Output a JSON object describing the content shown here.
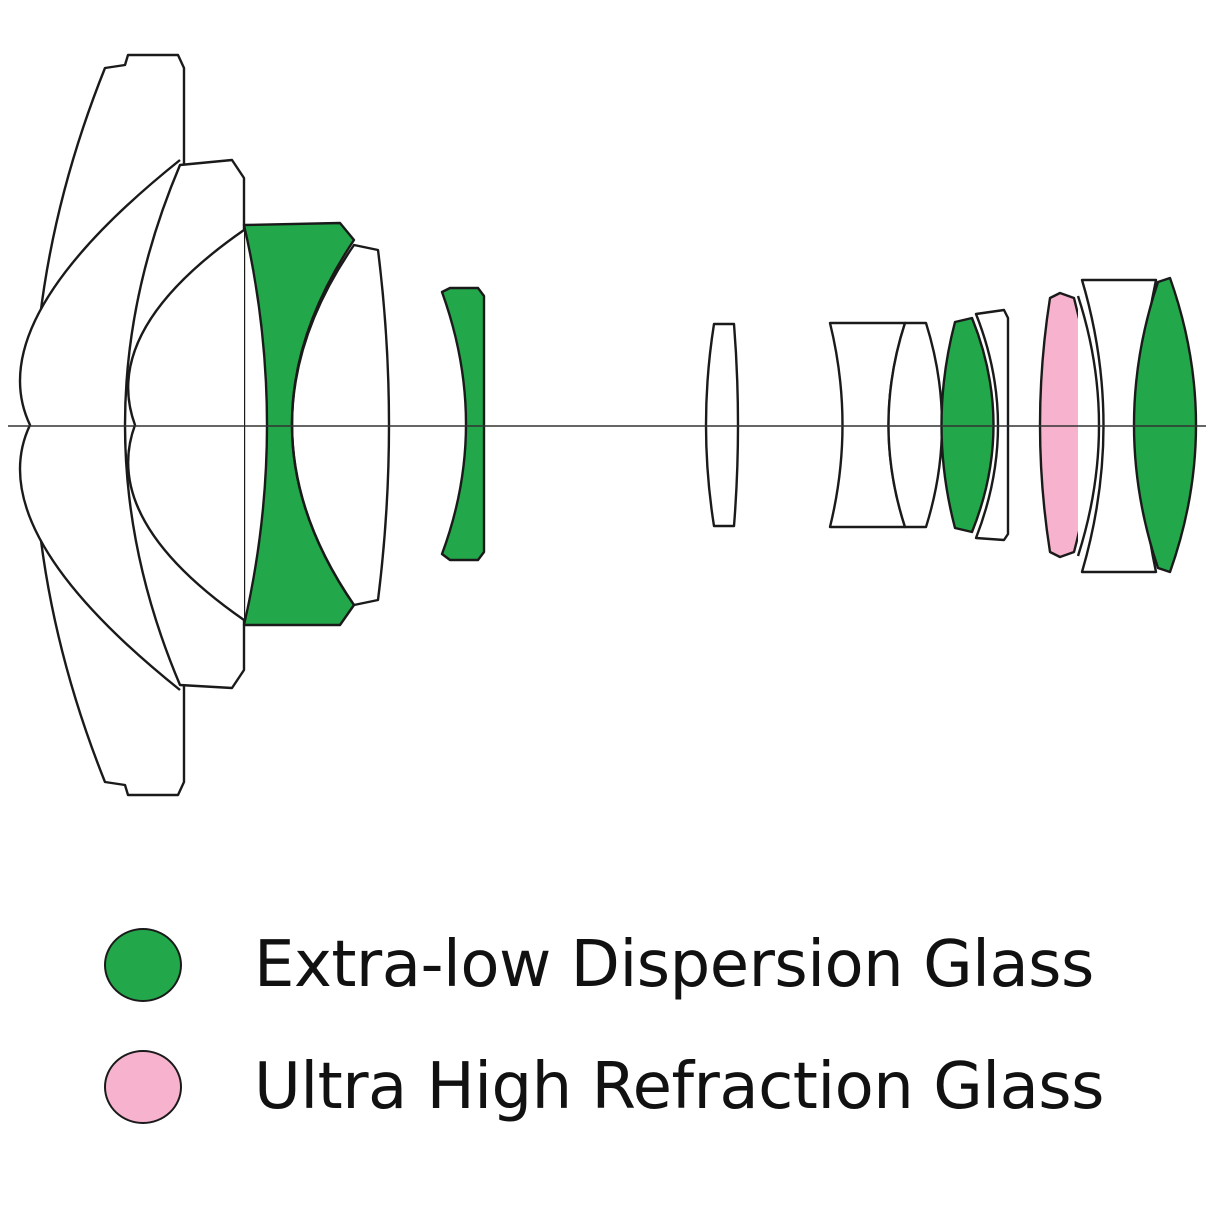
{
  "colors": {
    "ed_glass": "#22a84a",
    "uhr_glass": "#f7b3cd",
    "plain_glass": "#ffffff",
    "outline": "#1a1a1a",
    "axis": "#333333"
  },
  "diagram": {
    "elements": [
      {
        "glass": "plain"
      },
      {
        "glass": "plain"
      },
      {
        "glass": "plain"
      },
      {
        "glass": "ed"
      },
      {
        "glass": "plain"
      },
      {
        "glass": "ed"
      },
      {
        "glass": "plain"
      },
      {
        "glass": "plain"
      },
      {
        "glass": "plain"
      },
      {
        "glass": "ed"
      },
      {
        "glass": "plain"
      },
      {
        "glass": "uhr"
      },
      {
        "glass": "plain"
      },
      {
        "glass": "plain"
      },
      {
        "glass": "ed"
      }
    ]
  },
  "legend": {
    "items": [
      {
        "label": "Extra-low Dispersion Glass",
        "glass": "ed"
      },
      {
        "label": "Ultra High Refraction Glass",
        "glass": "uhr"
      }
    ]
  }
}
